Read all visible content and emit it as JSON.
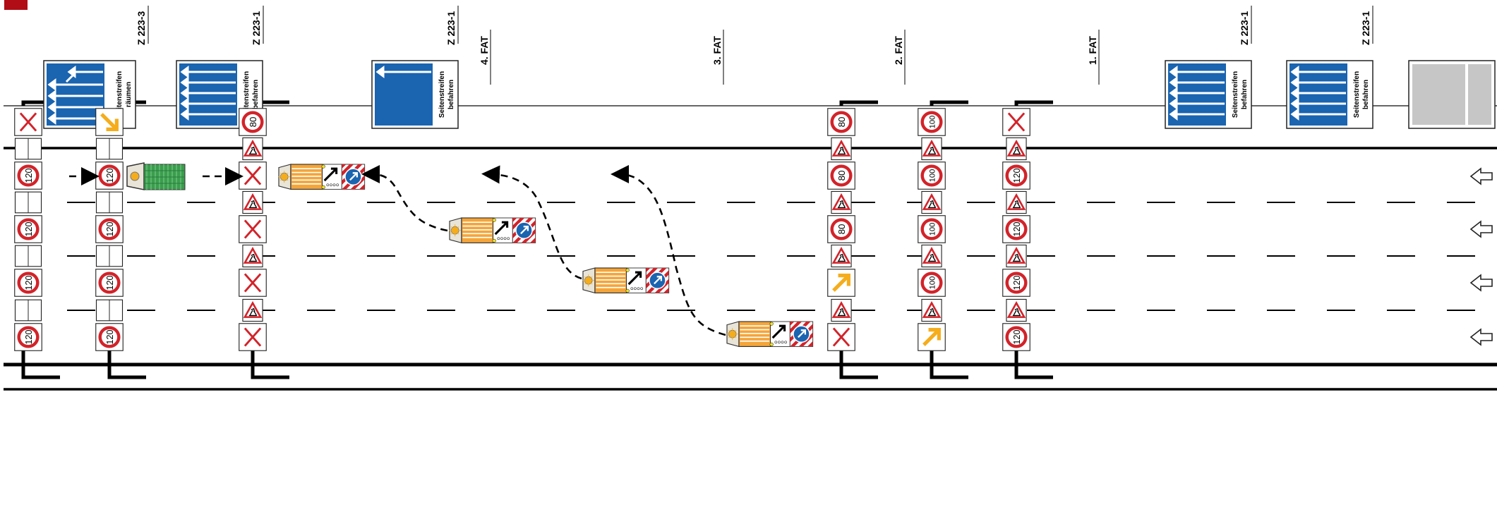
{
  "corner_marker": {
    "color": "#b00d16"
  },
  "colors": {
    "sign_blue": "#1a64b0",
    "restriction_red": "#d2232a",
    "warning_orange": "#f5ad1c",
    "lamp_green": "#3b9e4e",
    "truck_orange": "#f4a53a",
    "grey_panel": "#c6c6c6"
  },
  "sign_codes": {
    "z223_3": "Z 223-3",
    "z223_1": "Z 223-1"
  },
  "overhead_signs": {
    "raeumen": {
      "line1": "Seitenstreifen",
      "line2": "räumen"
    },
    "befahren": {
      "line1": "Seitenstreifen",
      "line2": "befahren"
    }
  },
  "fat_labels": {
    "fat4": "4. FAT",
    "fat3": "3. FAT",
    "fat2": "2. FAT",
    "fat1": "1. FAT"
  },
  "speed_limits": {
    "v80": "80",
    "v100": "100",
    "v120": "120"
  },
  "traffic_direction": {
    "arrow_icon": "hollow-left-arrow-icon"
  }
}
